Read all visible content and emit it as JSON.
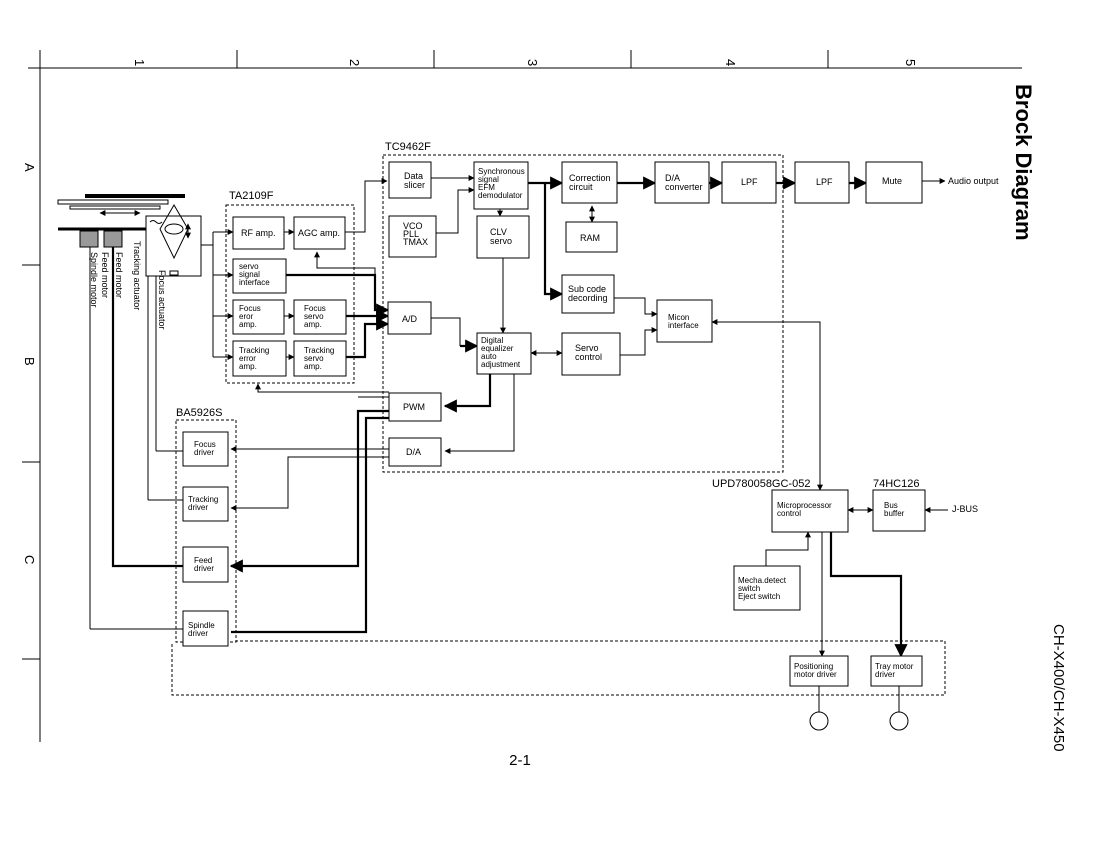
{
  "page": {
    "title": "Brock Diagram",
    "model": "CH-X400/CH-X450",
    "page_number": "2-1"
  },
  "grid": {
    "columns": [
      "1",
      "2",
      "3",
      "4",
      "5"
    ],
    "rows": [
      "A",
      "B",
      "C"
    ]
  },
  "chips": {
    "ta2109f": "TA2109F",
    "tc9462f": "TC9462F",
    "ba5926s": "BA5926S",
    "upd": "UPD780058GC-052",
    "hc126": "74HC126"
  },
  "blocks": {
    "rf_amp": [
      "RF amp."
    ],
    "agc_amp": [
      "AGC amp."
    ],
    "servo_signal_interface": [
      "servo",
      "signal",
      "interface"
    ],
    "focus_error_amp": [
      "Focus",
      "eror",
      "amp."
    ],
    "focus_servo_amp": [
      "Focus",
      "servo",
      "amp."
    ],
    "tracking_error_amp": [
      "Tracking",
      "error",
      "amp."
    ],
    "tracking_servo_amp": [
      "Tracking",
      "servo",
      "amp."
    ],
    "data_slicer": [
      "Data",
      "slicer"
    ],
    "sync_demod": [
      "Synchronous",
      "signal",
      "EFM",
      "demodulator"
    ],
    "vco_pll": [
      "VCO",
      "PLL",
      "TMAX"
    ],
    "clv_servo": [
      "CLV",
      "servo"
    ],
    "correction_circuit": [
      "Correction",
      "circuit"
    ],
    "ram": [
      "RAM"
    ],
    "da_converter": [
      "D/A",
      "converter"
    ],
    "lpf1": [
      "LPF"
    ],
    "lpf2": [
      "LPF"
    ],
    "mute": [
      "Mute"
    ],
    "subcode": [
      "Sub code",
      "decording"
    ],
    "micon_interface": [
      "Micon",
      "interface"
    ],
    "ad": [
      "A/D"
    ],
    "digital_eq": [
      "Digital",
      "equalizer",
      "auto",
      "adjustment"
    ],
    "servo_control": [
      "Servo",
      "control"
    ],
    "pwm": [
      "PWM"
    ],
    "da": [
      "D/A"
    ],
    "focus_driver": [
      "Focus",
      "driver"
    ],
    "tracking_driver": [
      "Tracking",
      "driver"
    ],
    "feed_driver": [
      "Feed",
      "driver"
    ],
    "spindle_driver": [
      "Spindle",
      "driver"
    ],
    "microprocessor": [
      "Microprocessor",
      "control"
    ],
    "bus_buffer": [
      "Bus",
      "buffer"
    ],
    "mecha_detect": [
      "Mecha.detect",
      "switch",
      "Eject switch"
    ],
    "positioning_driver": [
      "Positioning",
      "motor driver"
    ],
    "tray_driver": [
      "Tray motor",
      "driver"
    ]
  },
  "signals": {
    "audio_output": "Audio output",
    "j_bus": "J-BUS"
  },
  "mechanism_labels": {
    "focus_actuator": "Focus actuator",
    "tracking_actuator": "Tracking actuator",
    "feed_motor": "Feed motor",
    "spindle_motor": "Spindle motor"
  }
}
